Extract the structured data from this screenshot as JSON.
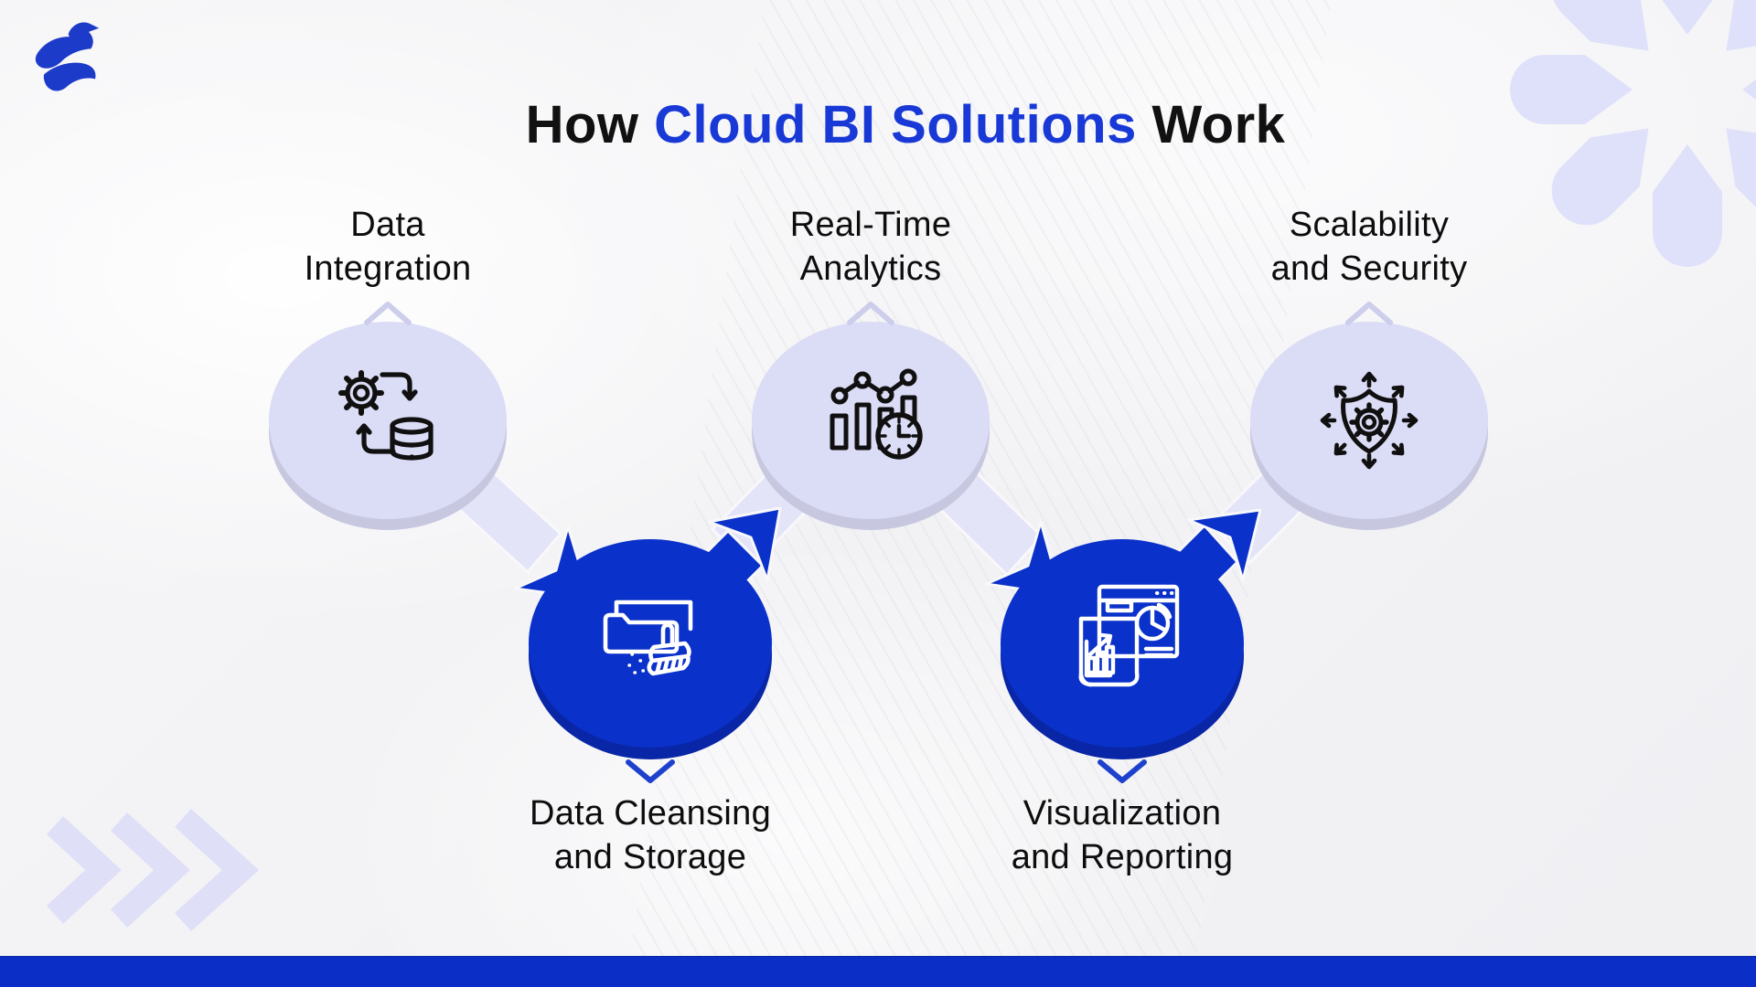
{
  "title": {
    "prefix": "How ",
    "highlight": "Cloud BI Solutions",
    "suffix": " Work"
  },
  "brand": {
    "logo_icon": "phoenix-bird-logo"
  },
  "steps": [
    {
      "order": 1,
      "line1": "Data",
      "line2": "Integration",
      "variant": "light",
      "icon": "gear-sync-database-icon"
    },
    {
      "order": 2,
      "line1": "Data Cleansing",
      "line2": "and Storage",
      "variant": "dark",
      "icon": "folder-broom-icon"
    },
    {
      "order": 3,
      "line1": "Real-Time",
      "line2": "Analytics",
      "variant": "light",
      "icon": "bar-chart-clock-icon"
    },
    {
      "order": 4,
      "line1": "Visualization",
      "line2": "and Reporting",
      "variant": "dark",
      "icon": "report-pie-chart-icon"
    },
    {
      "order": 5,
      "line1": "Scalability",
      "line2": "and Security",
      "variant": "light",
      "icon": "shield-gear-arrows-icon"
    }
  ],
  "decorations": {
    "top_right": "petal-flower-shape",
    "bottom_left": "triple-chevron-right",
    "bottom": "solid-blue-bar"
  },
  "colors": {
    "brand_blue": "#0a31ca",
    "brand_blue_dark_rim": "#0826a6",
    "accent_title_blue": "#1839d6",
    "lavender_circle": "#dbdcf5",
    "lavender_rim": "#c7c8e0",
    "lavender_ribbon": "#e3e4f7",
    "decor_lavender": "#dfe1fa",
    "chevron_up_lavender": "#ccceec",
    "chevron_down_blue": "#1e41cd",
    "text_black": "#0d0d0d",
    "background": "#f3f3f5",
    "bottom_bar_blue": "#0a2ec6"
  }
}
